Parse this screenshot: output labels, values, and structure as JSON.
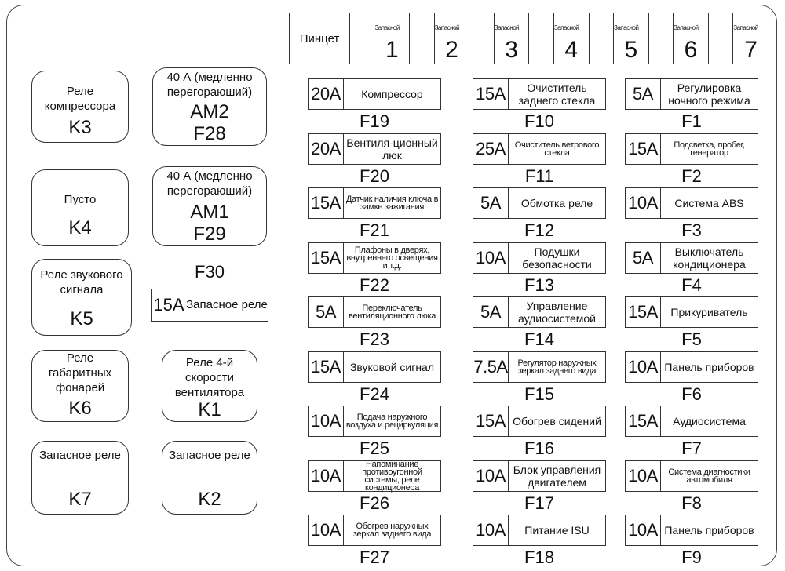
{
  "strip": {
    "tweezer": "Пинцет",
    "spares": [
      {
        "label": "Запасной",
        "num": "1"
      },
      {
        "label": "Запасной",
        "num": "2"
      },
      {
        "label": "Запасной",
        "num": "3"
      },
      {
        "label": "Запасной",
        "num": "4"
      },
      {
        "label": "Запасной",
        "num": "5"
      },
      {
        "label": "Запасной",
        "num": "6"
      },
      {
        "label": "Запасной",
        "num": "7"
      }
    ]
  },
  "relays": {
    "k3": {
      "name": "Реле компрессора",
      "code": "K3"
    },
    "am2": {
      "name": "40 А (медленно перегораюший)",
      "code": "AM2",
      "fuse": "F28"
    },
    "k4": {
      "name": "Пусто",
      "code": "K4"
    },
    "am1": {
      "name": "40 А (медленно перегораюший)",
      "code": "AM1",
      "fuse": "F29"
    },
    "k5": {
      "name": "Реле звукового сигнала",
      "code": "K5"
    },
    "k6": {
      "name": "Реле габаритных фонарей",
      "code": "K6"
    },
    "k1": {
      "name": "Реле 4-й скорости вентилятора",
      "code": "K1"
    },
    "k7": {
      "name": "Запасное реле",
      "code": "K7"
    },
    "k2": {
      "name": "Запасное реле",
      "code": "K2"
    }
  },
  "f30": {
    "code": "F30",
    "amp": "15A",
    "desc": "Запасное реле"
  },
  "fuses": {
    "col1": [
      {
        "amp": "20A",
        "desc": "Компрессор",
        "code": "F19"
      },
      {
        "amp": "20A",
        "desc": "Вентиля-ционный люк",
        "code": "F20"
      },
      {
        "amp": "15A",
        "desc": "Датчик наличия ключа в замке зажигания",
        "code": "F21"
      },
      {
        "amp": "15A",
        "desc": "Плафоны в дверях, внутреннего освещения и т.д.",
        "code": "F22"
      },
      {
        "amp": "5A",
        "desc": "Переключатель вентиляционного люка",
        "code": "F23"
      },
      {
        "amp": "15A",
        "desc": "Звуковой сигнал",
        "code": "F24"
      },
      {
        "amp": "10A",
        "desc": "Подача наружного воздуха и рециркуляция",
        "code": "F25"
      },
      {
        "amp": "10A",
        "desc": "Напоминание противоугонной системы, реле кондиционера",
        "code": "F26"
      },
      {
        "amp": "10A",
        "desc": "Обогрев наружных зеркал заднего вида",
        "code": "F27"
      }
    ],
    "col2": [
      {
        "amp": "15A",
        "desc": "Очиститель заднего стекла",
        "code": "F10"
      },
      {
        "amp": "25A",
        "desc": "Очиститель ветрового стекла",
        "code": "F11"
      },
      {
        "amp": "5A",
        "desc": "Обмотка реле",
        "code": "F12"
      },
      {
        "amp": "10A",
        "desc": "Подушки безопасности",
        "code": "F13"
      },
      {
        "amp": "5A",
        "desc": "Управление аудиосистемой",
        "code": "F14"
      },
      {
        "amp": "7.5A",
        "desc": "Регулятор наружных зеркал заднего вида",
        "code": "F15"
      },
      {
        "amp": "15A",
        "desc": "Обогрев сидений",
        "code": "F16"
      },
      {
        "amp": "10A",
        "desc": "Блок управления двигателем",
        "code": "F17"
      },
      {
        "amp": "10A",
        "desc": "Питание ISU",
        "code": "F18"
      }
    ],
    "col3": [
      {
        "amp": "5A",
        "desc": "Регулировка ночного режима",
        "code": "F1"
      },
      {
        "amp": "15A",
        "desc": "Подсветка, пробег, генератор",
        "code": "F2"
      },
      {
        "amp": "10A",
        "desc": "Система ABS",
        "code": "F3"
      },
      {
        "amp": "5A",
        "desc": "Выключатель кондиционера",
        "code": "F4"
      },
      {
        "amp": "15A",
        "desc": "Прикуриватель",
        "code": "F5"
      },
      {
        "amp": "10A",
        "desc": "Панель приборов",
        "code": "F6"
      },
      {
        "amp": "15A",
        "desc": "Аудиосистема",
        "code": "F7"
      },
      {
        "amp": "10A",
        "desc": "Система диагностики автомобиля",
        "code": "F8"
      },
      {
        "amp": "10A",
        "desc": "Панель приборов",
        "code": "F9"
      }
    ]
  }
}
